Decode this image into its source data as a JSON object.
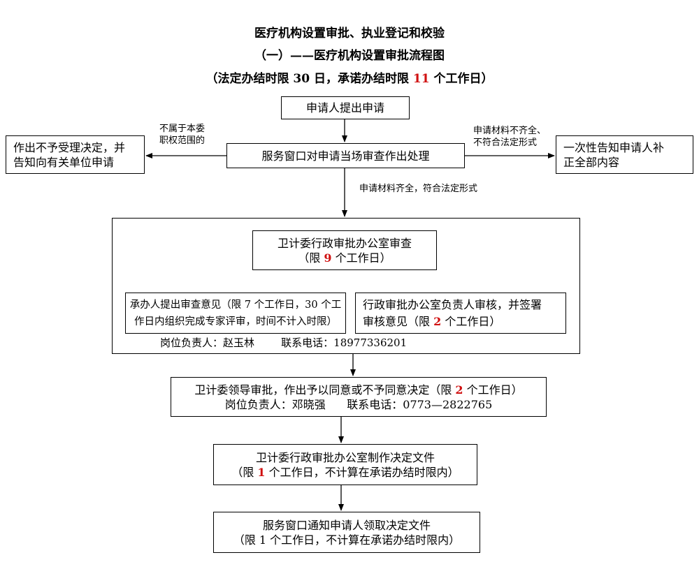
{
  "title": {
    "line1": "医疗机构设置审批、执业登记和校验",
    "line2": "（一）——医疗机构设置审批流程图",
    "line3_pre": "（法定办结时限 30 日，承诺办结时限 ",
    "line3_num": "11",
    "line3_post": " 个工作日）"
  },
  "steps": {
    "apply": "申请人提出申请",
    "window_process": "服务窗口对申请当场审查作出处理",
    "reject": {
      "line1": "作出不予受理决定，并",
      "line2": "告知向有关单位申请"
    },
    "supplement": {
      "line1": "一次性告知申请人补",
      "line2": "正全部内容"
    },
    "office_review": {
      "line1": "卫计委行政审批办公室审查",
      "line2_pre": "（限 ",
      "line2_num": "9",
      "line2_post": " 个工作日）"
    },
    "handler_opinion": {
      "line1": "承办人提出审查意见（限 7 个工作日，30 个工",
      "line2": "作日内组织完成专家评审，时间不计入时限）"
    },
    "head_review": {
      "line1": "行政审批办公室负责人审核，并签署",
      "line2_pre": "审核意见（限 ",
      "line2_num": "2",
      "line2_post": " 个工作日）"
    },
    "post_owner1": "岗位负责人：赵玉林        联系电话：18977336201",
    "leader_approval": {
      "line1_pre": "卫计委领导审批，作出予以同意或不予同意决定（限 ",
      "line1_num": "2",
      "line1_post": " 个工作日）",
      "line2": "岗位负责人：邓晓强      联系电话：0773—2822765"
    },
    "make_document": {
      "line1": "卫计委行政审批办公室制作决定文件",
      "line2_pre": "（限 ",
      "line2_num": "1",
      "line2_post": " 个工作日，不计算在承诺办结时限内）"
    },
    "notify_pickup": {
      "line1": "服务窗口通知申请人领取决定文件",
      "line2": "（限 1 个工作日，不计算在承诺办结时限内）"
    }
  },
  "notes": {
    "left_line1": "不属于本委",
    "left_line2": "职权范围的",
    "right_line1": "申请材料不齐全、",
    "right_line2": "不符合法定形式",
    "down": "申请材料齐全，符合法定形式"
  }
}
